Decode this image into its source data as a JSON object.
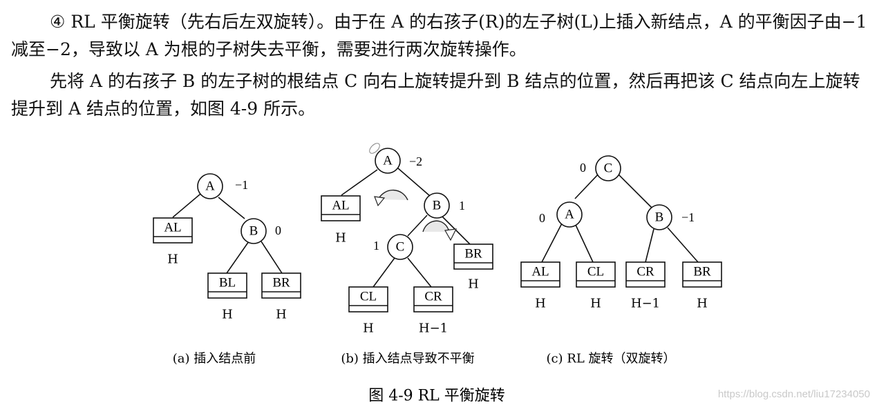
{
  "text": {
    "p1": "④ RL 平衡旋转（先右后左双旋转）。由于在 A 的右孩子(R)的左子树(L)上插入新结点，A 的平衡因子由−1 减至−2，导致以 A 为根的子树失去平衡，需要进行两次旋转操作。",
    "p2": "先将 A 的右孩子 B 的左子树的根结点 C 向右上旋转提升到 B 结点的位置，然后再把该 C 结点向左上旋转提升到 A 结点的位置，如图 4-9 所示。"
  },
  "figure": {
    "title": "图 4-9   RL  平衡旋转",
    "panel_a": {
      "caption": "(a)  插入结点前",
      "A": "A",
      "A_bal": "−1",
      "B": "B",
      "B_bal": "0",
      "AL": "AL",
      "AL_h": "H",
      "BL": "BL",
      "BL_h": "H",
      "BR": "BR",
      "BR_h": "H"
    },
    "panel_b": {
      "caption": "(b)  插入结点导致不平衡",
      "A": "A",
      "A_bal": "−2",
      "B": "B",
      "B_bal": "1",
      "C": "C",
      "C_bal": "1",
      "AL": "AL",
      "AL_h": "H",
      "BR": "BR",
      "BR_h": "H",
      "CL": "CL",
      "CL_h": "H",
      "CR": "CR",
      "CR_h": "H−1"
    },
    "panel_c": {
      "caption": "(c) RL  旋转（双旋转）",
      "C": "C",
      "C_bal": "0",
      "A": "A",
      "A_bal": "0",
      "B": "B",
      "B_bal": "−1",
      "AL": "AL",
      "AL_h": "H",
      "CL": "CL",
      "CL_h": "H",
      "CR": "CR",
      "CR_h": "H−1",
      "BR": "BR",
      "BR_h": "H"
    }
  },
  "watermark": "https://blog.csdn.net/liu17234050"
}
